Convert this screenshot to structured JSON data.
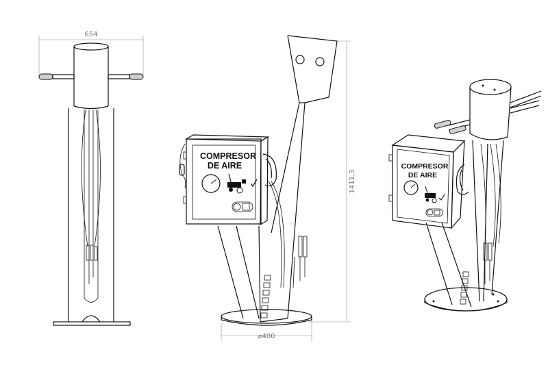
{
  "dimensions": {
    "width_label": "654",
    "height_label": "1411,3",
    "base_diameter_label": "⌀400"
  },
  "compressor_box": {
    "title_line1": "COMPRESOR",
    "title_line2": "DE AIRE"
  },
  "colors": {
    "line": "#111111",
    "dimension": "#8a8da6",
    "grip": "#d0d0d0"
  },
  "icons": [
    "pressure-gauge-icon",
    "lawn-mower-icon",
    "checkmark-icon",
    "power-button-icon"
  ]
}
